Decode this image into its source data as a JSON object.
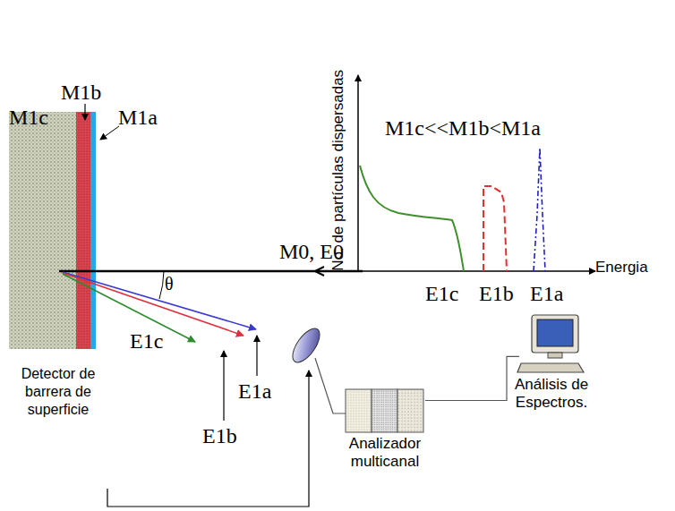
{
  "diagram": {
    "nodes": [
      {
        "text": [
          "Analizador multicanal"
        ]
      },
      {
        "text": [
          "Análisis de Espectros."
        ]
      }
    ],
    "edges": [
      {
        "from": 0,
        "to": 1,
        "arrow": "none"
      }
    ],
    "labels": [
      "M1b",
      "M1c",
      "M1a",
      "M0, E0",
      "θ",
      "E1c",
      "E1b",
      "E1a",
      "Detector de barrera de superficie",
      "No. de partículas dispersadas",
      "M1c<<M1b<M1a",
      "Energia",
      "E1c",
      "E1b",
      "E1a"
    ]
  }
}
